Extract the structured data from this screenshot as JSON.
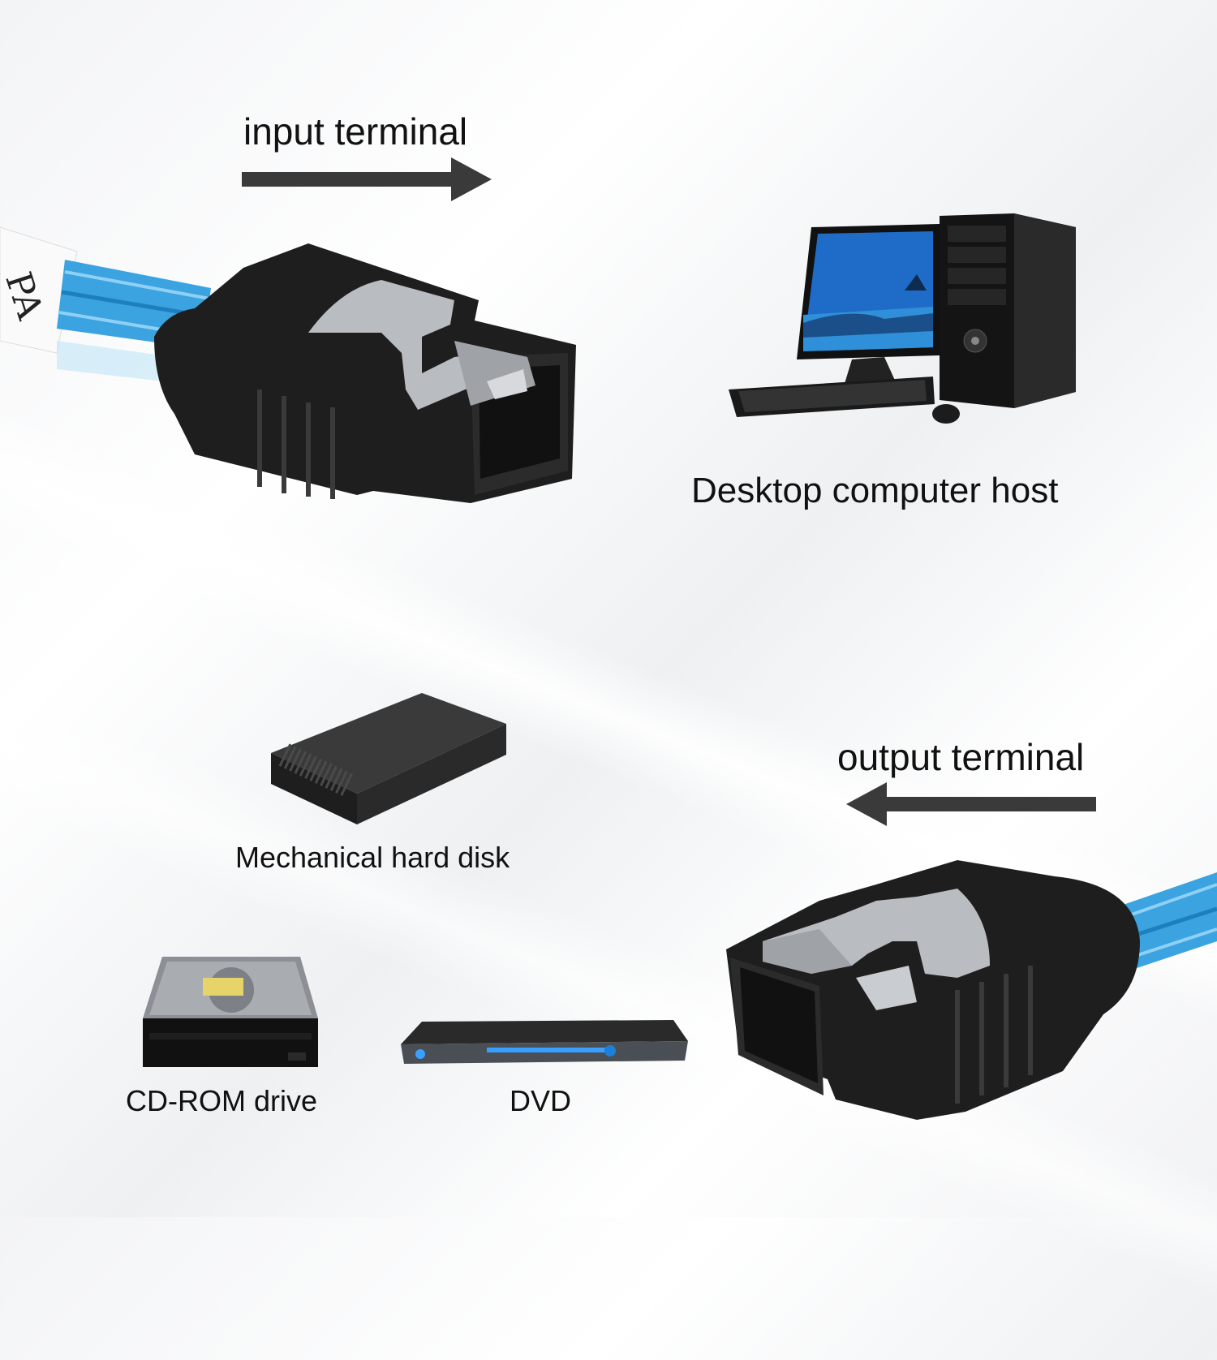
{
  "labels": {
    "input_terminal": "input terminal",
    "output_terminal": "output terminal",
    "desktop_host": "Desktop computer host",
    "hdd": "Mechanical hard disk",
    "cdrom": "CD-ROM drive",
    "dvd": "DVD"
  },
  "icons": {
    "input_arrow": "arrow-right-icon",
    "output_arrow": "arrow-left-icon",
    "connector_top": "sata-connector-icon",
    "connector_bottom": "sata-connector-icon",
    "computer": "desktop-computer-icon",
    "hdd": "hard-disk-icon",
    "cdrom": "cdrom-drive-icon",
    "dvd": "dvd-player-icon"
  },
  "colors": {
    "arrow": "#3a3a3a",
    "cable_blue": "#3aa3e0",
    "connector_black": "#1e1e1e",
    "latch_metal": "#b9bcc0"
  }
}
